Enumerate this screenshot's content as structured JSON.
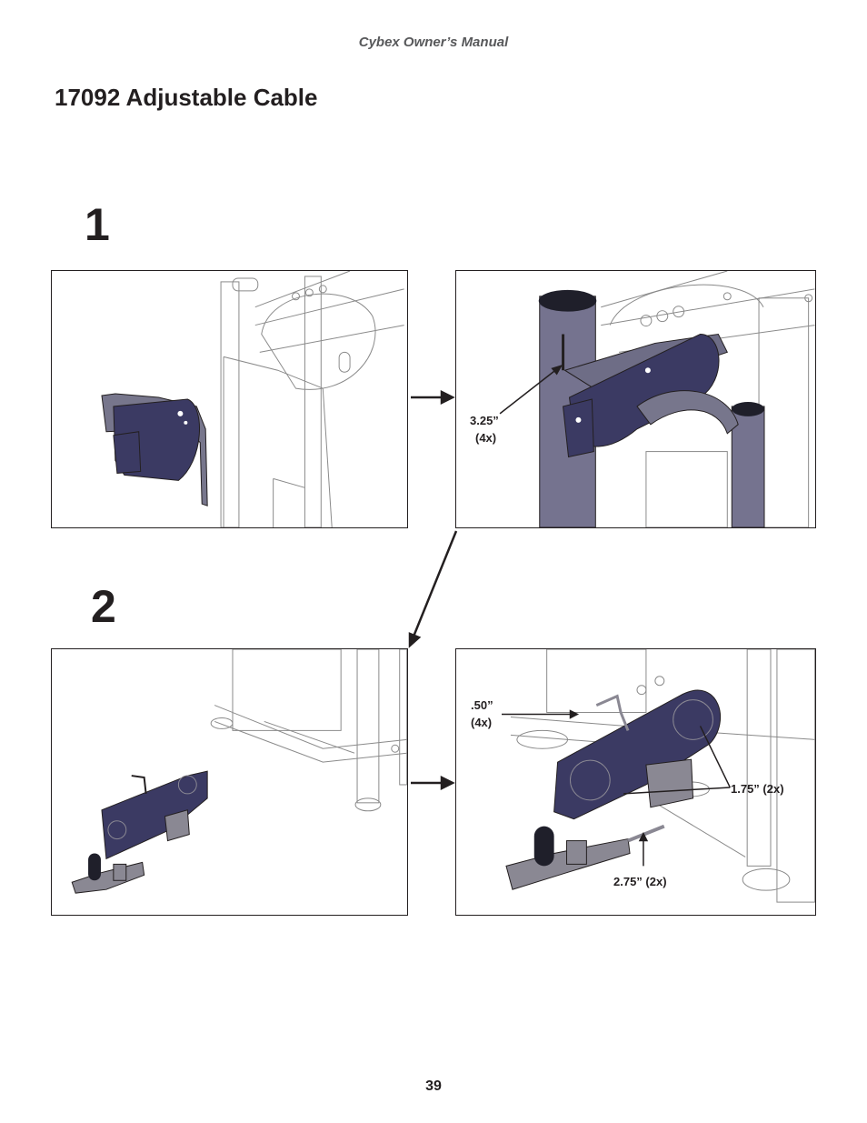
{
  "header": {
    "manual_title": "Cybex Owner’s Manual"
  },
  "page_title": "17092 Adjustable Cable",
  "steps": [
    {
      "number": "1"
    },
    {
      "number": "2"
    }
  ],
  "callouts": {
    "step1_bolt": {
      "length": "3.25”",
      "qty": "(4x)"
    },
    "step2_small": {
      "length": ".50”",
      "qty": "(4x)"
    },
    "step2_medium": {
      "text": "1.75” (2x)"
    },
    "step2_long": {
      "text": "2.75” (2x)"
    }
  },
  "footer": {
    "page_number": "39"
  },
  "colors": {
    "part_fill": "#3b3a63",
    "frame_line": "#8a8a8a",
    "ink": "#231f20"
  }
}
